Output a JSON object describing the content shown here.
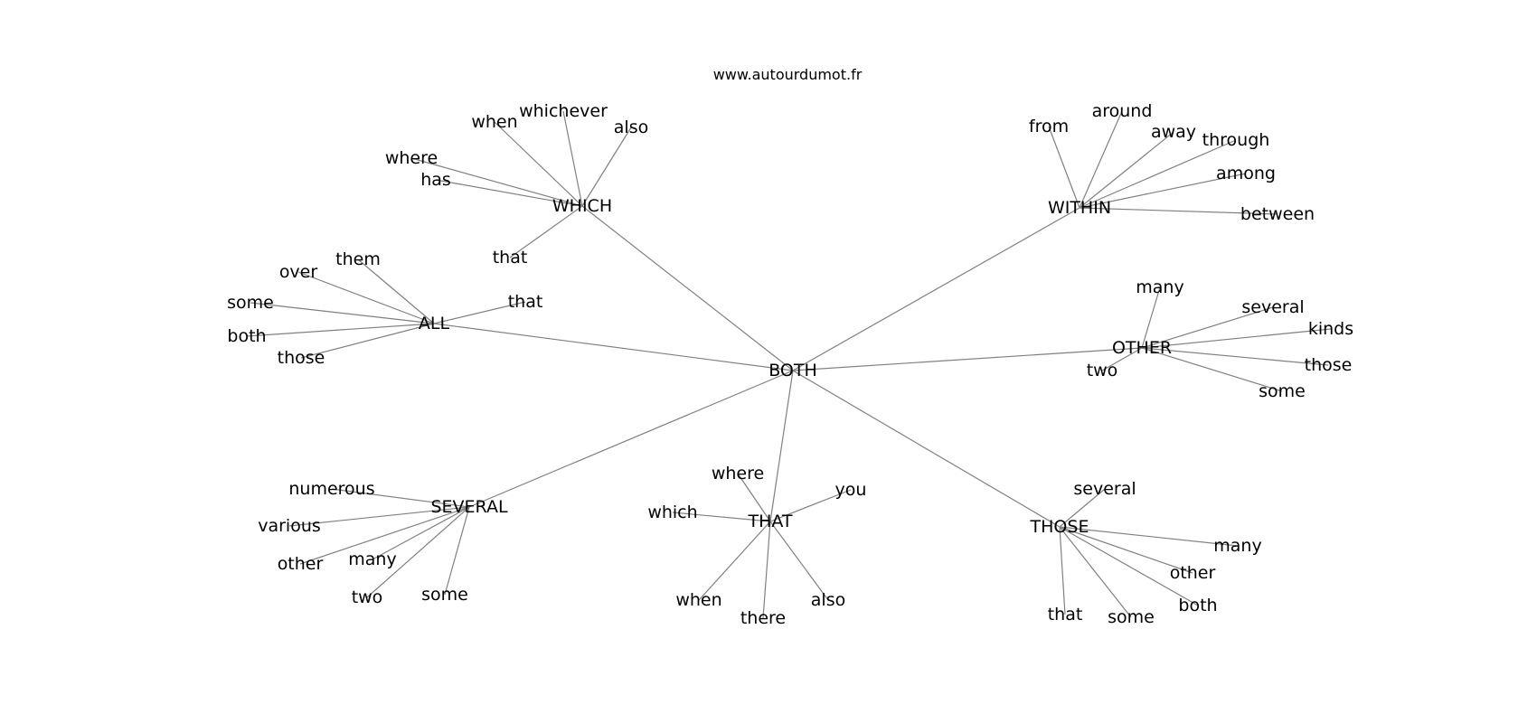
{
  "credit": "www.autourdumot.fr",
  "edge_color": "#808080",
  "text_color": "#000000",
  "background": "#ffffff",
  "graph": {
    "center": "BOTH",
    "hubs": [
      {
        "id": "which",
        "label": "WHICH",
        "words": [
          "when",
          "whichever",
          "also",
          "where",
          "has",
          "that"
        ]
      },
      {
        "id": "within",
        "label": "WITHIN",
        "words": [
          "from",
          "around",
          "away",
          "through",
          "among",
          "between"
        ]
      },
      {
        "id": "all",
        "label": "ALL",
        "words": [
          "them",
          "over",
          "some",
          "both",
          "those",
          "that"
        ]
      },
      {
        "id": "other",
        "label": "OTHER",
        "words": [
          "many",
          "several",
          "kinds",
          "those",
          "some",
          "two"
        ]
      },
      {
        "id": "several",
        "label": "SEVERAL",
        "words": [
          "numerous",
          "various",
          "other",
          "many",
          "two",
          "some"
        ]
      },
      {
        "id": "that",
        "label": "THAT",
        "words": [
          "where",
          "you",
          "which",
          "when",
          "there",
          "also"
        ]
      },
      {
        "id": "those",
        "label": "THOSE",
        "words": [
          "several",
          "many",
          "other",
          "both",
          "some",
          "that"
        ]
      }
    ]
  }
}
